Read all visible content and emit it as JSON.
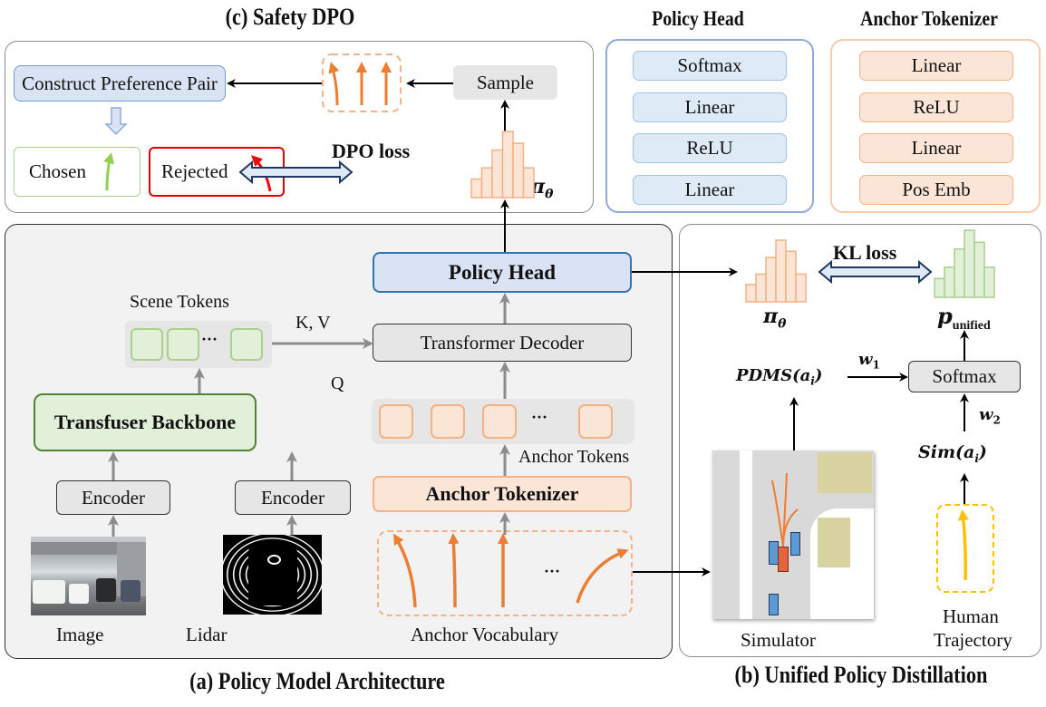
{
  "panels": {
    "safety_dpo": {
      "title": "(c) Safety DPO",
      "construct_pair": "Construct Preference Pair",
      "sample": "Sample",
      "chosen": "Chosen",
      "rejected": "Rejected",
      "dpo_loss": "DPO loss",
      "pi_symbol": "π",
      "pi_sub": "θ"
    },
    "policy_head_detail": {
      "title": "Policy Head",
      "layers": [
        "Softmax",
        "Linear",
        "ReLU",
        "Linear"
      ]
    },
    "anchor_tokenizer_detail": {
      "title": "Anchor Tokenizer",
      "layers": [
        "Linear",
        "ReLU",
        "Linear",
        "Pos Emb"
      ]
    },
    "policy_model": {
      "title": "(a) Policy Model Architecture",
      "policy_head": "Policy Head",
      "scene_tokens": "Scene Tokens",
      "kv": "K, V",
      "transformer_decoder": "Transformer Decoder",
      "q": "Q",
      "transfuser": "Transfuser Backbone",
      "anchor_tokens": "Anchor Tokens",
      "encoder_image": "Encoder",
      "encoder_lidar": "Encoder",
      "anchor_tokenizer": "Anchor Tokenizer",
      "image_label": "Image",
      "lidar_label": "Lidar",
      "anchor_vocab_label": "Anchor Vocabulary",
      "ellipsis": "···"
    },
    "distillation": {
      "title": "(b) Unified Policy Distillation",
      "kl_loss": "KL loss",
      "pi_symbol": "π",
      "pi_sub": "θ",
      "p_symbol": "p",
      "p_sub": "unified",
      "pdms": "PDMS(a",
      "pdms_sub": "i",
      "w1": "w",
      "w1_sub": "1",
      "w2": "w",
      "w2_sub": "2",
      "softmax": "Softmax",
      "sim": "Sim(a",
      "sim_sub": "i",
      "simulator_label": "Simulator",
      "human_label_1": "Human",
      "human_label_2": "Trajectory"
    }
  },
  "histogram": {
    "relative_heights": [
      0.28,
      0.45,
      0.72,
      1.0,
      0.82,
      0.45
    ]
  },
  "colors": {
    "blue_fill": "#dae3f3",
    "blue_border": "#6f9bd1",
    "orange_fill": "#fbe5d6",
    "orange_border": "#f4b183",
    "orange_arrow": "#ed7d31",
    "green_fill": "#e2efd9",
    "green_border": "#548235",
    "gray_fill": "#e7e6e6",
    "panel_gray": "#f2f2f2",
    "red": "#e00000"
  }
}
